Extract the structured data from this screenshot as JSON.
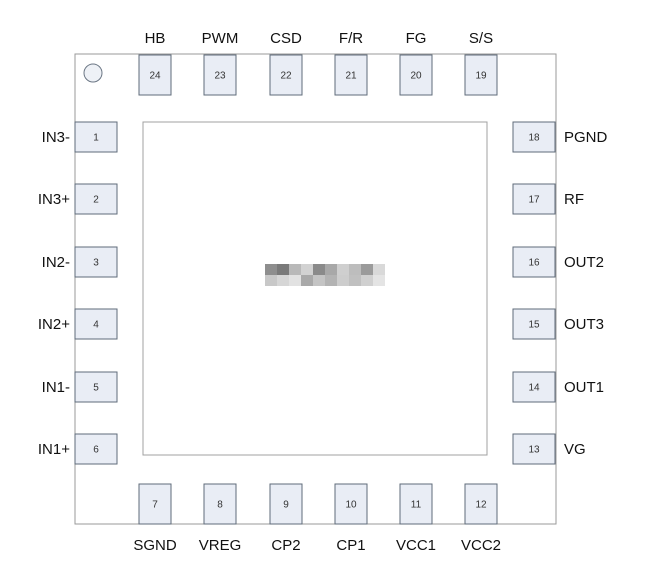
{
  "package": {
    "pins": [
      {
        "num": "1",
        "label": "IN3-",
        "side": "left"
      },
      {
        "num": "2",
        "label": "IN3+",
        "side": "left"
      },
      {
        "num": "3",
        "label": "IN2-",
        "side": "left"
      },
      {
        "num": "4",
        "label": "IN2+",
        "side": "left"
      },
      {
        "num": "5",
        "label": "IN1-",
        "side": "left"
      },
      {
        "num": "6",
        "label": "IN1+",
        "side": "left"
      },
      {
        "num": "7",
        "label": "SGND",
        "side": "bottom"
      },
      {
        "num": "8",
        "label": "VREG",
        "side": "bottom"
      },
      {
        "num": "9",
        "label": "CP2",
        "side": "bottom"
      },
      {
        "num": "10",
        "label": "CP1",
        "side": "bottom"
      },
      {
        "num": "11",
        "label": "VCC1",
        "side": "bottom"
      },
      {
        "num": "12",
        "label": "VCC2",
        "side": "bottom"
      },
      {
        "num": "13",
        "label": "VG",
        "side": "right"
      },
      {
        "num": "14",
        "label": "OUT1",
        "side": "right"
      },
      {
        "num": "15",
        "label": "OUT3",
        "side": "right"
      },
      {
        "num": "16",
        "label": "OUT2",
        "side": "right"
      },
      {
        "num": "17",
        "label": "RF",
        "side": "right"
      },
      {
        "num": "18",
        "label": "PGND",
        "side": "right"
      },
      {
        "num": "19",
        "label": "S/S",
        "side": "top"
      },
      {
        "num": "20",
        "label": "FG",
        "side": "top"
      },
      {
        "num": "21",
        "label": "F/R",
        "side": "top"
      },
      {
        "num": "22",
        "label": "CSD",
        "side": "top"
      },
      {
        "num": "23",
        "label": "PWM",
        "side": "top"
      },
      {
        "num": "24",
        "label": "HB",
        "side": "top"
      }
    ],
    "center_label_obscured": true,
    "colors": {
      "pad_fill": "#e9edf5",
      "pad_border": "#5f6b7a",
      "outline": "#9a9a9a"
    }
  }
}
